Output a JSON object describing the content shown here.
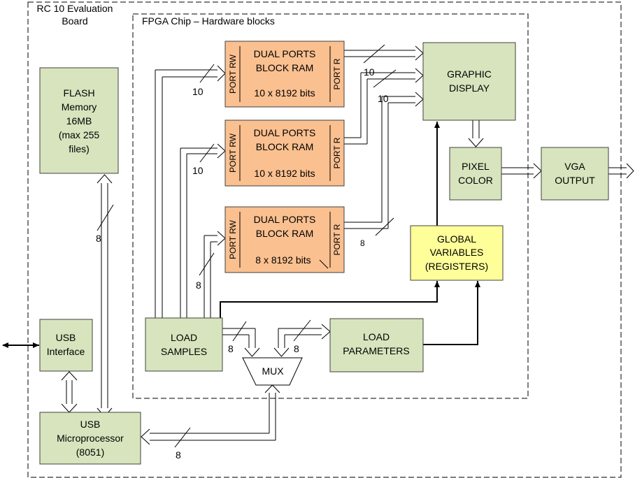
{
  "board": {
    "title_line1": "RC 10 Evaluation",
    "title_line2": "Board"
  },
  "fpga": {
    "title": "FPGA Chip – Hardware blocks"
  },
  "flash": {
    "line1": "FLASH",
    "line2": "Memory",
    "line3": "16MB",
    "line4": "(max 255",
    "line5": "files)"
  },
  "usb_interface": {
    "line1": "USB",
    "line2": "Interface"
  },
  "usb_micro": {
    "line1": "USB",
    "line2": "Microprocessor",
    "line3": "(8051)"
  },
  "ram1": {
    "line1": "DUAL PORTS",
    "line2": "BLOCK RAM",
    "line3": "10 x 8192 bits",
    "port_rw": "PORT RW",
    "port_r": "PORT R"
  },
  "ram2": {
    "line1": "DUAL PORTS",
    "line2": "BLOCK RAM",
    "line3": "10 x 8192 bits",
    "port_rw": "PORT RW",
    "port_r": "PORT R"
  },
  "ram3": {
    "line1": "DUAL PORTS",
    "line2": "BLOCK RAM",
    "line3": "8 x 8192 bits",
    "port_rw": "PORT RW",
    "port_r": "PORT R"
  },
  "graphic_display": {
    "line1": "GRAPHIC",
    "line2": "DISPLAY"
  },
  "pixel_color": {
    "line1": "PIXEL",
    "line2": "COLOR"
  },
  "vga_output": {
    "line1": "VGA",
    "line2": "OUTPUT"
  },
  "global_vars": {
    "line1": "GLOBAL",
    "line2": "VARIABLES",
    "line3": "(REGISTERS)"
  },
  "load_samples": {
    "line1": "LOAD",
    "line2": "SAMPLES"
  },
  "load_parameters": {
    "line1": "LOAD",
    "line2": "PARAMETERS"
  },
  "mux": {
    "label": "MUX"
  },
  "bus_widths": {
    "ram1_in": "10",
    "ram2_in": "10",
    "ram3_in": "8",
    "ram1_out": "10",
    "ram2_out": "10",
    "ram3_out": "8",
    "flash_bus": "8",
    "samples_mux": "8",
    "mux_params": "8",
    "micro_mux": "8"
  },
  "colors": {
    "ram_fill": "#fac090",
    "block_fill": "#d7e4bd",
    "registers_fill": "#ffff99",
    "stroke": "#404040"
  }
}
